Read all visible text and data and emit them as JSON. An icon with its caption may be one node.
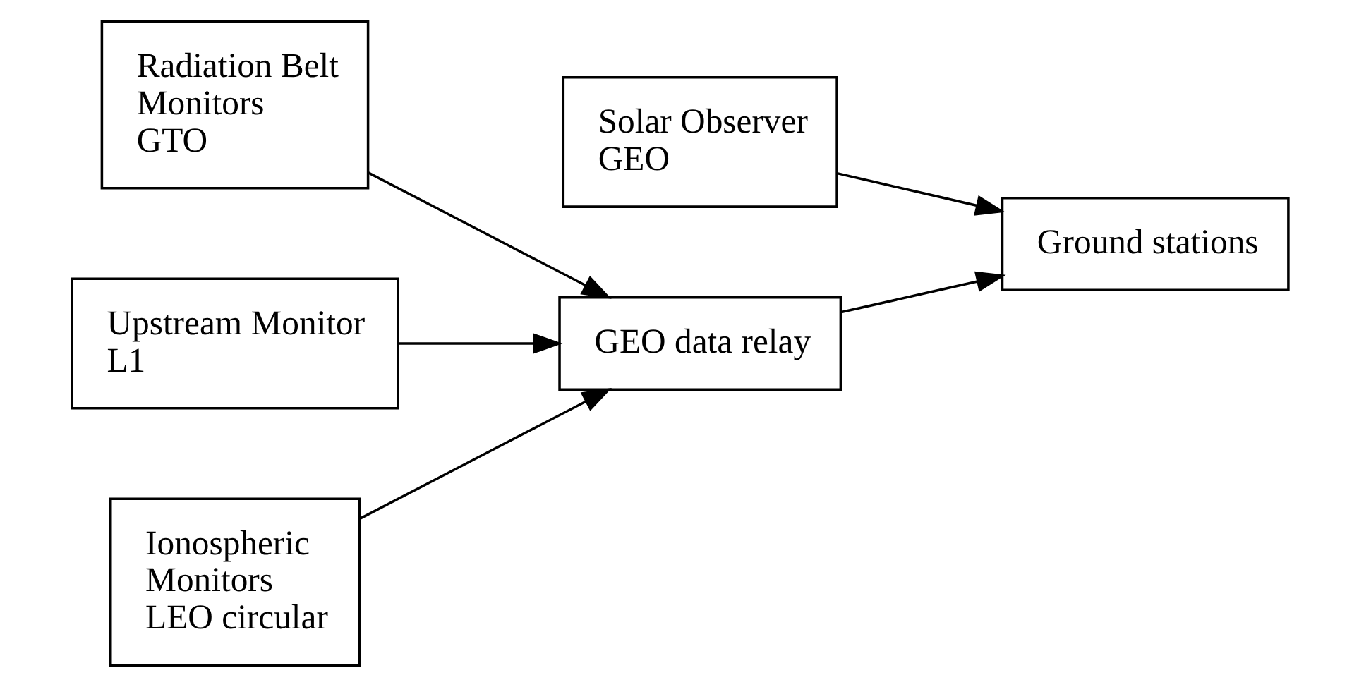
{
  "diagram": {
    "nodes": [
      {
        "text": [
          "Solar Observer",
          "GEO"
        ]
      },
      {
        "text": [
          "Radiation Belt Monitors",
          "GTO"
        ]
      },
      {
        "text": [
          "GEO data relay"
        ]
      },
      {
        "text": [
          "Ground stations"
        ]
      },
      {
        "text": [
          "Upstream Monitor",
          "L1"
        ]
      },
      {
        "text": [
          "Ionospheric Monitors",
          "LEO circular"
        ]
      }
    ],
    "edges": [
      {
        "from": 0,
        "to": 3,
        "arrow": "to"
      },
      {
        "from": 1,
        "to": 2,
        "arrow": "to"
      },
      {
        "from": 4,
        "to": 2,
        "arrow": "to"
      },
      {
        "from": 5,
        "to": 2,
        "arrow": "to"
      },
      {
        "from": 2,
        "to": 3,
        "arrow": "to"
      }
    ]
  }
}
